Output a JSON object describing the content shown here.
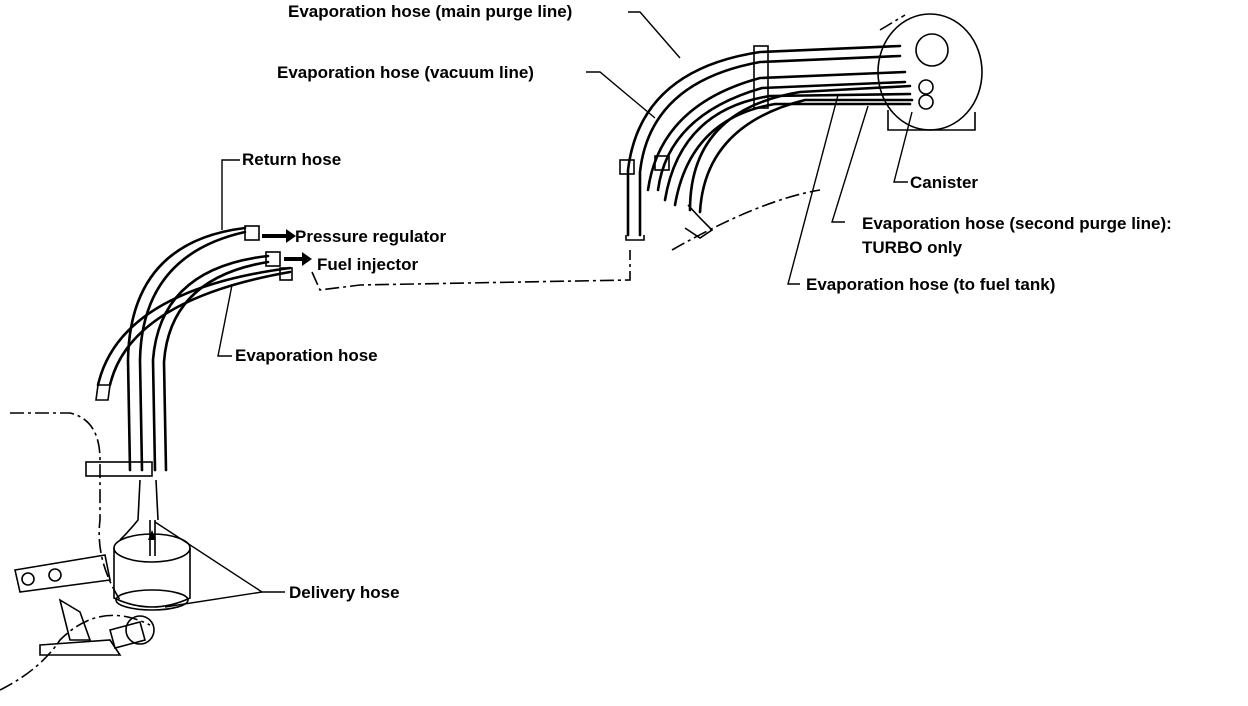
{
  "labels": {
    "main_purge": "Evaporation hose (main purge line)",
    "vacuum_line": "Evaporation hose (vacuum line)",
    "return_hose": "Return hose",
    "pressure_regulator": "Pressure regulator",
    "fuel_injector": "Fuel injector",
    "evaporation_hose": "Evaporation hose",
    "delivery_hose": "Delivery hose",
    "canister": "Canister",
    "second_purge_1": "Evaporation hose (second purge line):",
    "second_purge_2": "TURBO only",
    "to_fuel_tank": "Evaporation hose (to fuel tank)"
  }
}
